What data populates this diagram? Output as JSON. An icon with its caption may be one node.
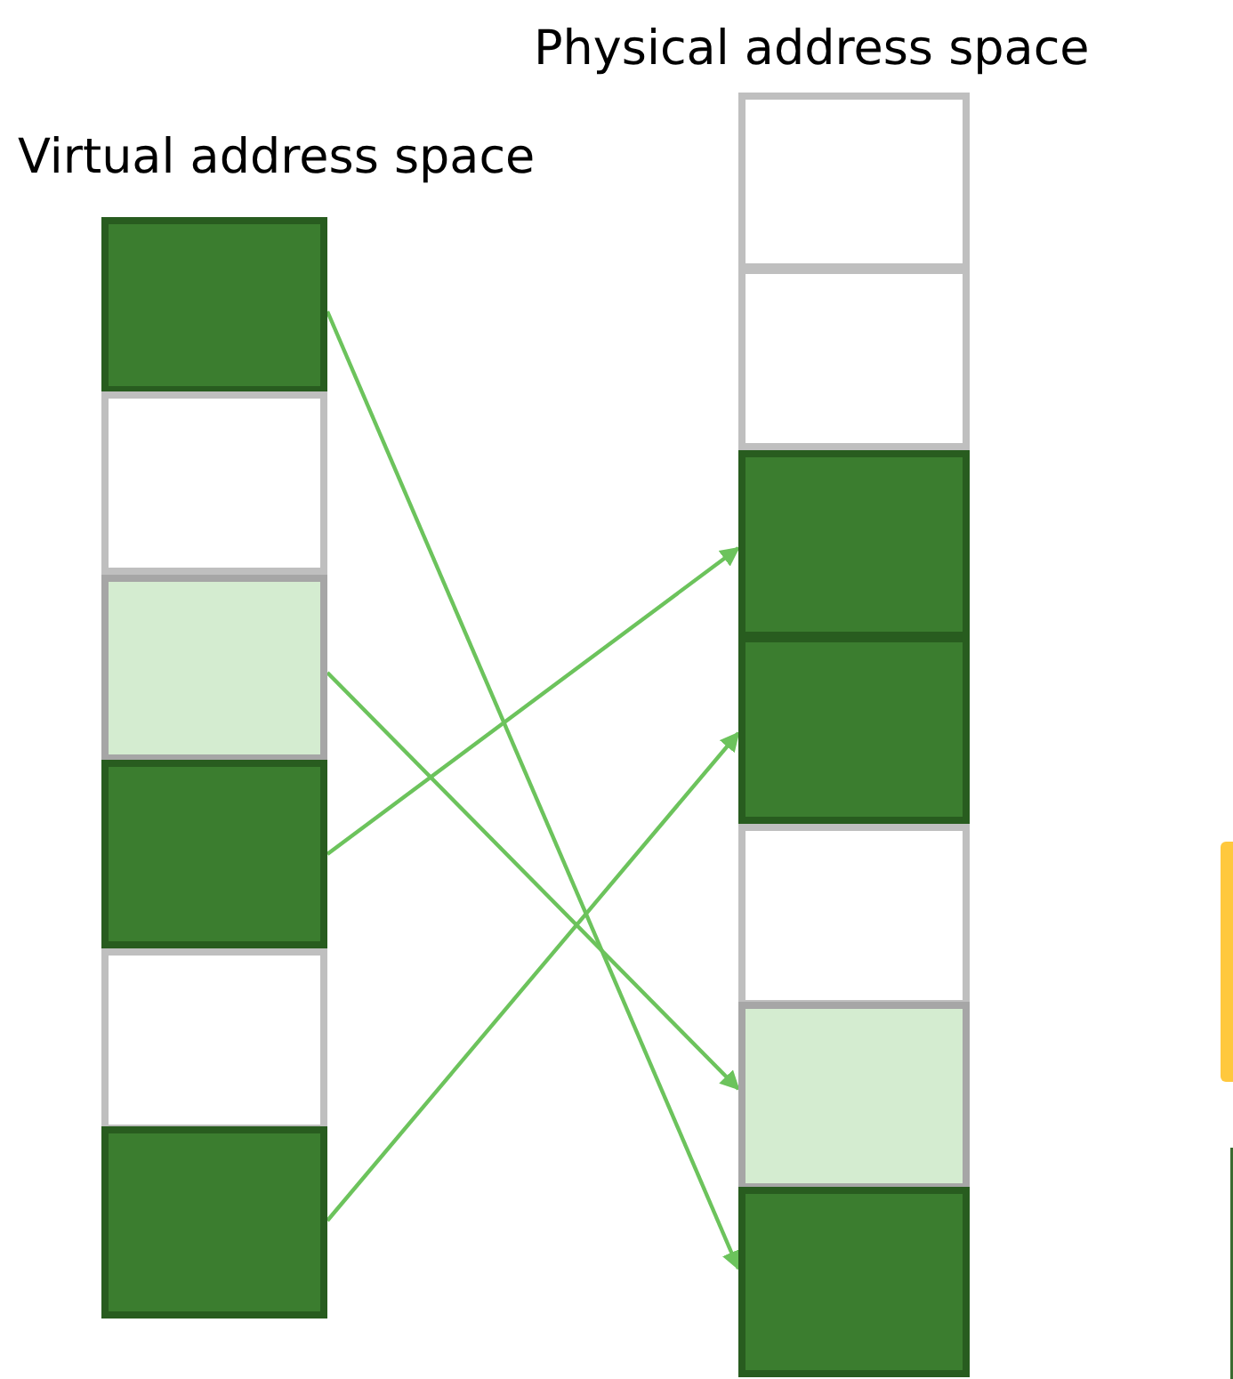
{
  "diagram": {
    "nodes": [
      {
        "text": [],
        "shape": "box"
      },
      {
        "text": [],
        "shape": "box"
      },
      {
        "text": [],
        "shape": "box"
      },
      {
        "text": [],
        "shape": "box"
      },
      {
        "text": [],
        "shape": "box"
      },
      {
        "text": [],
        "shape": "box"
      },
      {
        "text": [],
        "shape": "box"
      },
      {
        "text": [],
        "shape": "box"
      },
      {
        "text": [],
        "shape": "box"
      },
      {
        "text": [],
        "shape": "box"
      },
      {
        "text": [],
        "shape": "box"
      },
      {
        "text": [],
        "shape": "box"
      },
      {
        "text": [],
        "shape": "box"
      }
    ],
    "edges": [
      {
        "from": 0,
        "to": 12,
        "arrow": "to"
      },
      {
        "from": 2,
        "to": 11,
        "arrow": "to"
      },
      {
        "from": 3,
        "to": 8,
        "arrow": "to"
      },
      {
        "from": 5,
        "to": 9,
        "arrow": "to"
      }
    ],
    "labels": [
      "Physical address space",
      "Virtual address space"
    ]
  }
}
